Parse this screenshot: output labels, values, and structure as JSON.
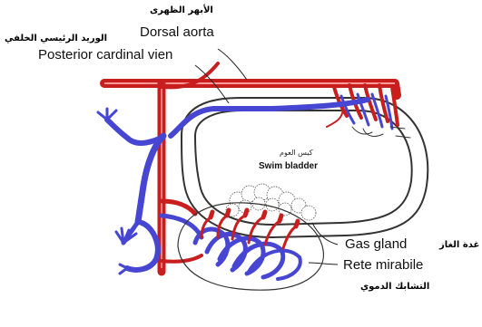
{
  "labels": {
    "dorsal_aorta_ar": "الأبهر الظهرى",
    "dorsal_aorta_en": "Dorsal aorta",
    "posterior_cardinal_ar": "الوريد الرئيسي الخلفي",
    "posterior_cardinal_en": "Posterior cardinal vien",
    "swim_bladder_ar": "كيس العوم",
    "swim_bladder_en": "Swim bladder",
    "gas_gland_ar": "غدة الغاز",
    "gas_gland_en": "Gas gland",
    "rete_mirabile_en": "Rete mirabile",
    "rete_mirabile_ar": "التشابك الدموي"
  },
  "colors": {
    "artery": "#c81e1e",
    "vein": "#4646d2",
    "outline": "#333333"
  }
}
